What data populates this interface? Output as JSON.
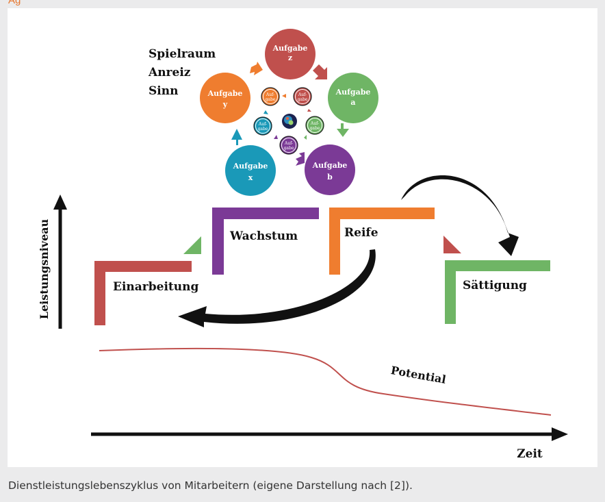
{
  "header_fragment": "Ag",
  "aspects": [
    "Spielraum",
    "Anreiz",
    "Sinn"
  ],
  "big_tasks": {
    "z": {
      "word": "Aufgabe",
      "letter": "z",
      "color": "#c0504d"
    },
    "a": {
      "word": "Aufgabe",
      "letter": "a",
      "color": "#6fb565"
    },
    "b": {
      "word": "Aufgabe",
      "letter": "b",
      "color": "#7b3a96"
    },
    "x": {
      "word": "Aufgabe",
      "letter": "x",
      "color": "#1a99b8"
    },
    "y": {
      "word": "Aufgabe",
      "letter": "y",
      "color": "#ef7d2f"
    }
  },
  "small_tasks": {
    "l1": "Auf-",
    "l2": "gabe"
  },
  "phases": {
    "einarbeitung": {
      "label": "Einarbeitung",
      "color": "#c0504d"
    },
    "wachstum": {
      "label": "Wachstum",
      "color": "#7b3a96"
    },
    "reife": {
      "label": "Reife",
      "color": "#ef7d2f"
    },
    "saettigung": {
      "label": "Sättigung",
      "color": "#6fb565"
    }
  },
  "axes": {
    "y_label": "Leistungsniveau",
    "x_label": "Zeit"
  },
  "curve_label": "Potential",
  "caption": "Dienstleistungslebenszyklus von Mitarbeitern (eigene Darstellung nach [2])."
}
